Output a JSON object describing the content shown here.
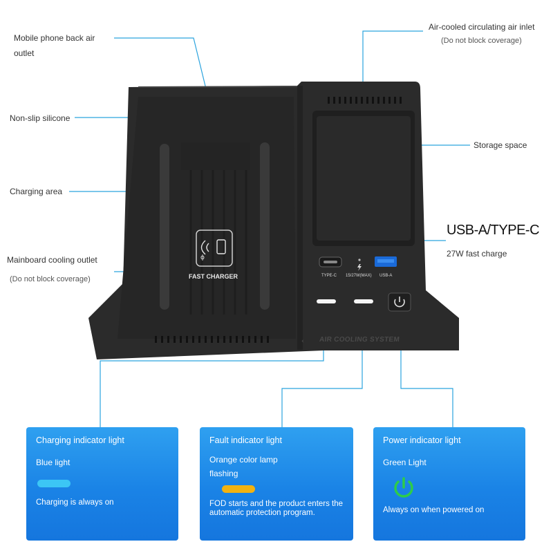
{
  "callouts": {
    "mobile_back_outlet": "Mobile phone back air outlet",
    "non_slip": "Non-slip silicone",
    "charging_area": "Charging area",
    "mainboard_outlet": "Mainboard cooling outlet",
    "mainboard_note": "(Do not block coverage)",
    "air_inlet": "Air-cooled circulating air inlet",
    "air_inlet_note": "(Do not block coverage)",
    "storage": "Storage space",
    "usb_title": "USB-A/TYPE-C",
    "usb_sub": "27W fast charge"
  },
  "device": {
    "fast_charger": "FAST CHARGER",
    "port_typec": "TYPE-C",
    "port_power": "15/27W(MAX)",
    "port_usba": "USB-A",
    "air_cooling": "AIR COOLING SYSTEM"
  },
  "cards": [
    {
      "title": "Charging indicator light",
      "line1": "Blue light",
      "line2": "",
      "desc": "Charging is always on",
      "indicator_color": "#3cc6f5"
    },
    {
      "title": "Fault indicator light",
      "line1": "Orange color lamp",
      "line2": "flashing",
      "desc": "FOD starts and the product enters the automatic protection program.",
      "indicator_color": "#f2b211"
    },
    {
      "title": "Power indicator light",
      "line1": "Green Light",
      "line2": "",
      "desc": "Always on when powered on",
      "indicator_color": "#2ecc4a"
    }
  ],
  "colors": {
    "leader_line": "#2aa3de",
    "device_body": "#2b2b2b",
    "card_blue": "#1a83e6"
  },
  "icons": [
    "wireless-charging-icon",
    "lightning-icon",
    "power-icon"
  ]
}
